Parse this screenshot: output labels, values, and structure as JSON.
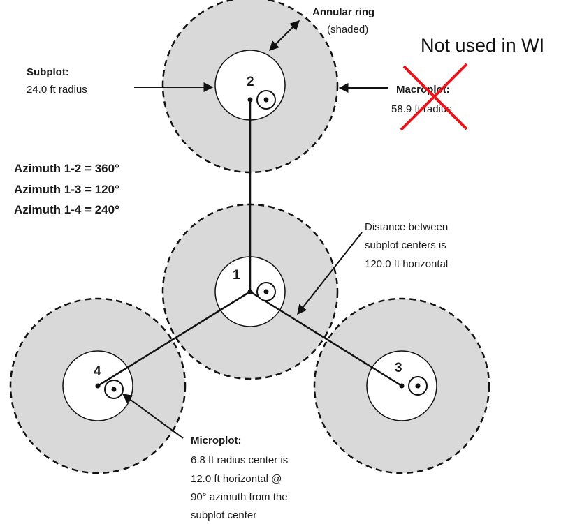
{
  "overlay_note": "Not used in WI",
  "annular_ring": {
    "title": "Annular ring",
    "subtitle": "(shaded)"
  },
  "subplot_label": {
    "title": "Subplot:",
    "detail": "24.0 ft radius"
  },
  "macroplot_label": {
    "title": "Macroplot:",
    "detail": "58.9 ft radius"
  },
  "azimuths": [
    "Azimuth 1-2 = 360°",
    "Azimuth 1-3 = 120°",
    "Azimuth 1-4 = 240°"
  ],
  "distance_note": [
    "Distance between",
    "subplot centers is",
    "120.0 ft horizontal"
  ],
  "microplot_label": {
    "title": "Microplot:",
    "lines": [
      "6.8 ft radius center is",
      "12.0 ft horizontal @",
      "90° azimuth from the",
      "subplot center"
    ]
  },
  "subplot_numbers": [
    "1",
    "2",
    "3",
    "4"
  ],
  "colors": {
    "shaded": "#d9d9d9",
    "line": "#111111",
    "cross": "#e8141a"
  }
}
